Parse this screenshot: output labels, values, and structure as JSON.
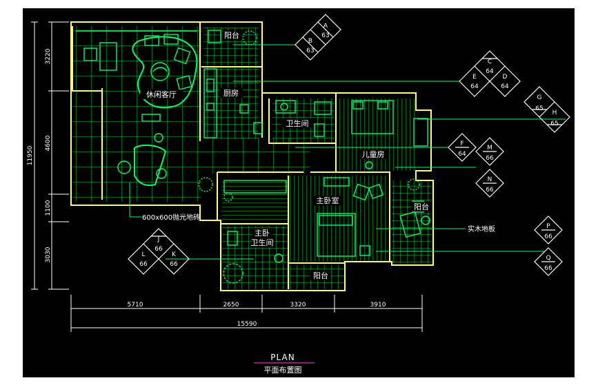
{
  "colors": {
    "background": "#000000",
    "outer": "#ffffff",
    "wall": "#ffff66",
    "tile": "#00cc33",
    "furniture": "#00ff66",
    "dimension": "#ffffff",
    "callout": "#ffffff",
    "leader": "#00ff66",
    "title_rule": "#cc33cc"
  },
  "rooms": {
    "balcony_top": "阳台",
    "kitchen": "厨房",
    "leisure_living": "休闲客厅",
    "bathroom": "卫生间",
    "kids_room": "儿童房",
    "master_bedroom": "主卧室",
    "balcony_east": "阳台",
    "master_bath_line1": "主卧",
    "master_bath_line2": "卫生间",
    "balcony_south": "阳台"
  },
  "annotations": {
    "floor_tile": "600x600抛光地砖",
    "wood_floor": "实木地板"
  },
  "dimensions": {
    "vertical": [
      "3220",
      "4600",
      "1100",
      "3030"
    ],
    "vertical_total": "11950",
    "horizontal": [
      "5710",
      "2650",
      "3320",
      "3910"
    ],
    "horizontal_total": "15590"
  },
  "callouts": {
    "group_ab": {
      "a_letter": "A",
      "a_num": "63",
      "b_letter": "B",
      "b_num": "63"
    },
    "group_cde": {
      "c_letter": "C",
      "c_num": "64",
      "d_letter": "D",
      "d_num": "64",
      "e_letter": "E",
      "e_num": "64"
    },
    "group_gh": {
      "g_letter": "G",
      "g_num": "65",
      "h_letter": "H",
      "h_num": "65"
    },
    "group_f": {
      "f_letter": "F",
      "f_num": "64"
    },
    "group_mn": {
      "m_letter": "M",
      "m_num": "66",
      "n_letter": "N",
      "n_num": "66"
    },
    "group_pq": {
      "p_letter": "P",
      "p_num": "66",
      "q_letter": "Q",
      "q_num": "66"
    },
    "group_jkl": {
      "j_letter": "J",
      "j_num": "66",
      "k_letter": "K",
      "k_num": "66",
      "l_letter": "L",
      "l_num": "66"
    }
  },
  "title": {
    "english": "PLAN",
    "chinese": "平面布置图"
  }
}
